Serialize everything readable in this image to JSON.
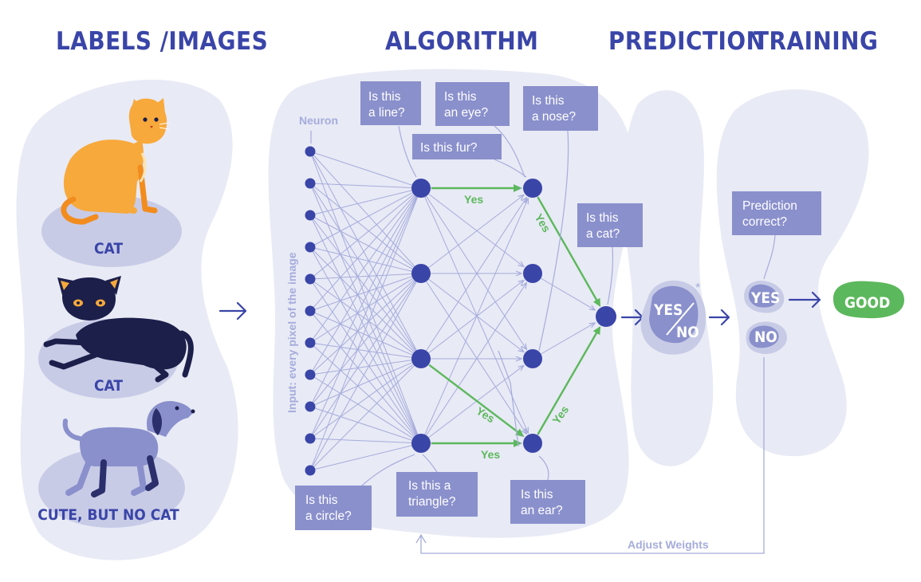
{
  "headers": {
    "labels_images": "LABELS /IMAGES",
    "algorithm": "ALGORITHM",
    "prediction": "PREDICTION",
    "training": "TRAINING"
  },
  "animals": [
    {
      "label": "CAT",
      "icon": "orange-cat-icon"
    },
    {
      "label": "CAT",
      "icon": "black-cat-icon"
    },
    {
      "label": "CUTE, BUT NO CAT",
      "icon": "dog-icon"
    }
  ],
  "network": {
    "neuron_label": "Neuron",
    "input_label": "Input: every pixel of the image",
    "questions": {
      "line": [
        "Is this",
        "a line?"
      ],
      "eye": [
        "Is this",
        "an eye?"
      ],
      "nose": [
        "Is this",
        "a nose?"
      ],
      "fur": [
        "Is this fur?"
      ],
      "cat": [
        "Is this",
        "a cat?"
      ],
      "circle": [
        "Is this",
        "a circle?"
      ],
      "triangle": [
        "Is this a",
        "triangle?"
      ],
      "ear": [
        "Is this",
        "an ear?"
      ]
    },
    "yes_label": "Yes"
  },
  "prediction": {
    "yes": "YES",
    "no": "NO",
    "asterisk": "*"
  },
  "training": {
    "question": [
      "Prediction",
      "correct?"
    ],
    "yes": "YES",
    "no": "NO",
    "result": "GOOD",
    "adjust": "Adjust Weights"
  },
  "colors": {
    "navy": "#3a45a8",
    "blob": "#e8eaf5",
    "box": "#8a90cc",
    "green": "#5cb85c",
    "line": "#a6acdc"
  }
}
